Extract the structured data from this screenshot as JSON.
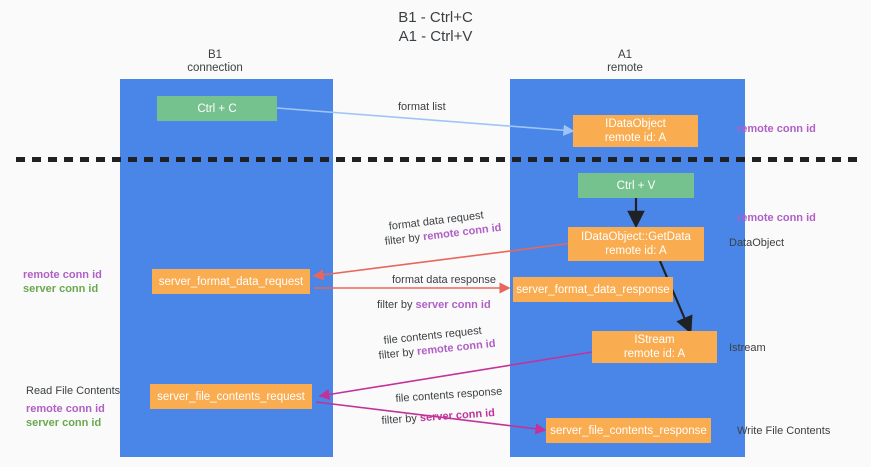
{
  "title": "B1 - Ctrl+C\nA1 - Ctrl+V",
  "columns": {
    "left": "B1\nconnection",
    "right": "A1\nremote"
  },
  "colors": {
    "lane": "#4a86e8",
    "box_green": "#76c28e",
    "box_orange": "#f9ac50",
    "accent_purple": "#b05fc6",
    "accent_green": "#6aa84f",
    "accent_magenta": "#c2339a",
    "arrow_blue": "#9fc5f8",
    "arrow_red": "#e8675a",
    "arrow_magenta": "#c2339a",
    "arrow_black": "#202124"
  },
  "boxes": {
    "ctrl_c": "Ctrl + C",
    "ole_dataobject": "IDataObject\nremote id: A",
    "ctrl_v": "Ctrl + V",
    "getdata": "IDataObject::GetData\nremote id: A",
    "server_format_data_request": "server_format_data_request",
    "server_format_data_response": "server_format_data_response",
    "istream": "IStream\nremote id: A",
    "server_file_contents_request": "server_file_contents_request",
    "server_file_contents_response": "server_file_contents_response"
  },
  "arrow_labels": {
    "format_list": "format list",
    "format_data_request": "format data request",
    "format_data_request_filter_prefix": "filter by ",
    "format_data_request_filter_key": "remote conn id",
    "format_data_response": "format data response",
    "format_data_response_filter_prefix": "filter by ",
    "format_data_response_filter_key": "server conn id",
    "file_contents_request": "file contents request",
    "file_contents_request_filter_prefix": "filter by ",
    "file_contents_request_filter_key": "remote conn id",
    "file_contents_response": "file contents response",
    "file_contents_response_filter_prefix": "filter by ",
    "file_contents_response_filter_key": "server conn id"
  },
  "side_labels": {
    "right_remote_conn_id_top": "remote conn id",
    "right_remote_conn_id_mid": "remote conn id",
    "right_dataobject": "DataObject",
    "right_istream": "Istream",
    "right_write_file_contents": "Write File Contents",
    "left_remote_conn_id": "remote conn id",
    "left_server_conn_id": "server conn id",
    "left_read_file_contents": "Read File Contents",
    "left_remote_conn_id_2": "remote conn id",
    "left_server_conn_id_2": "server conn id"
  }
}
